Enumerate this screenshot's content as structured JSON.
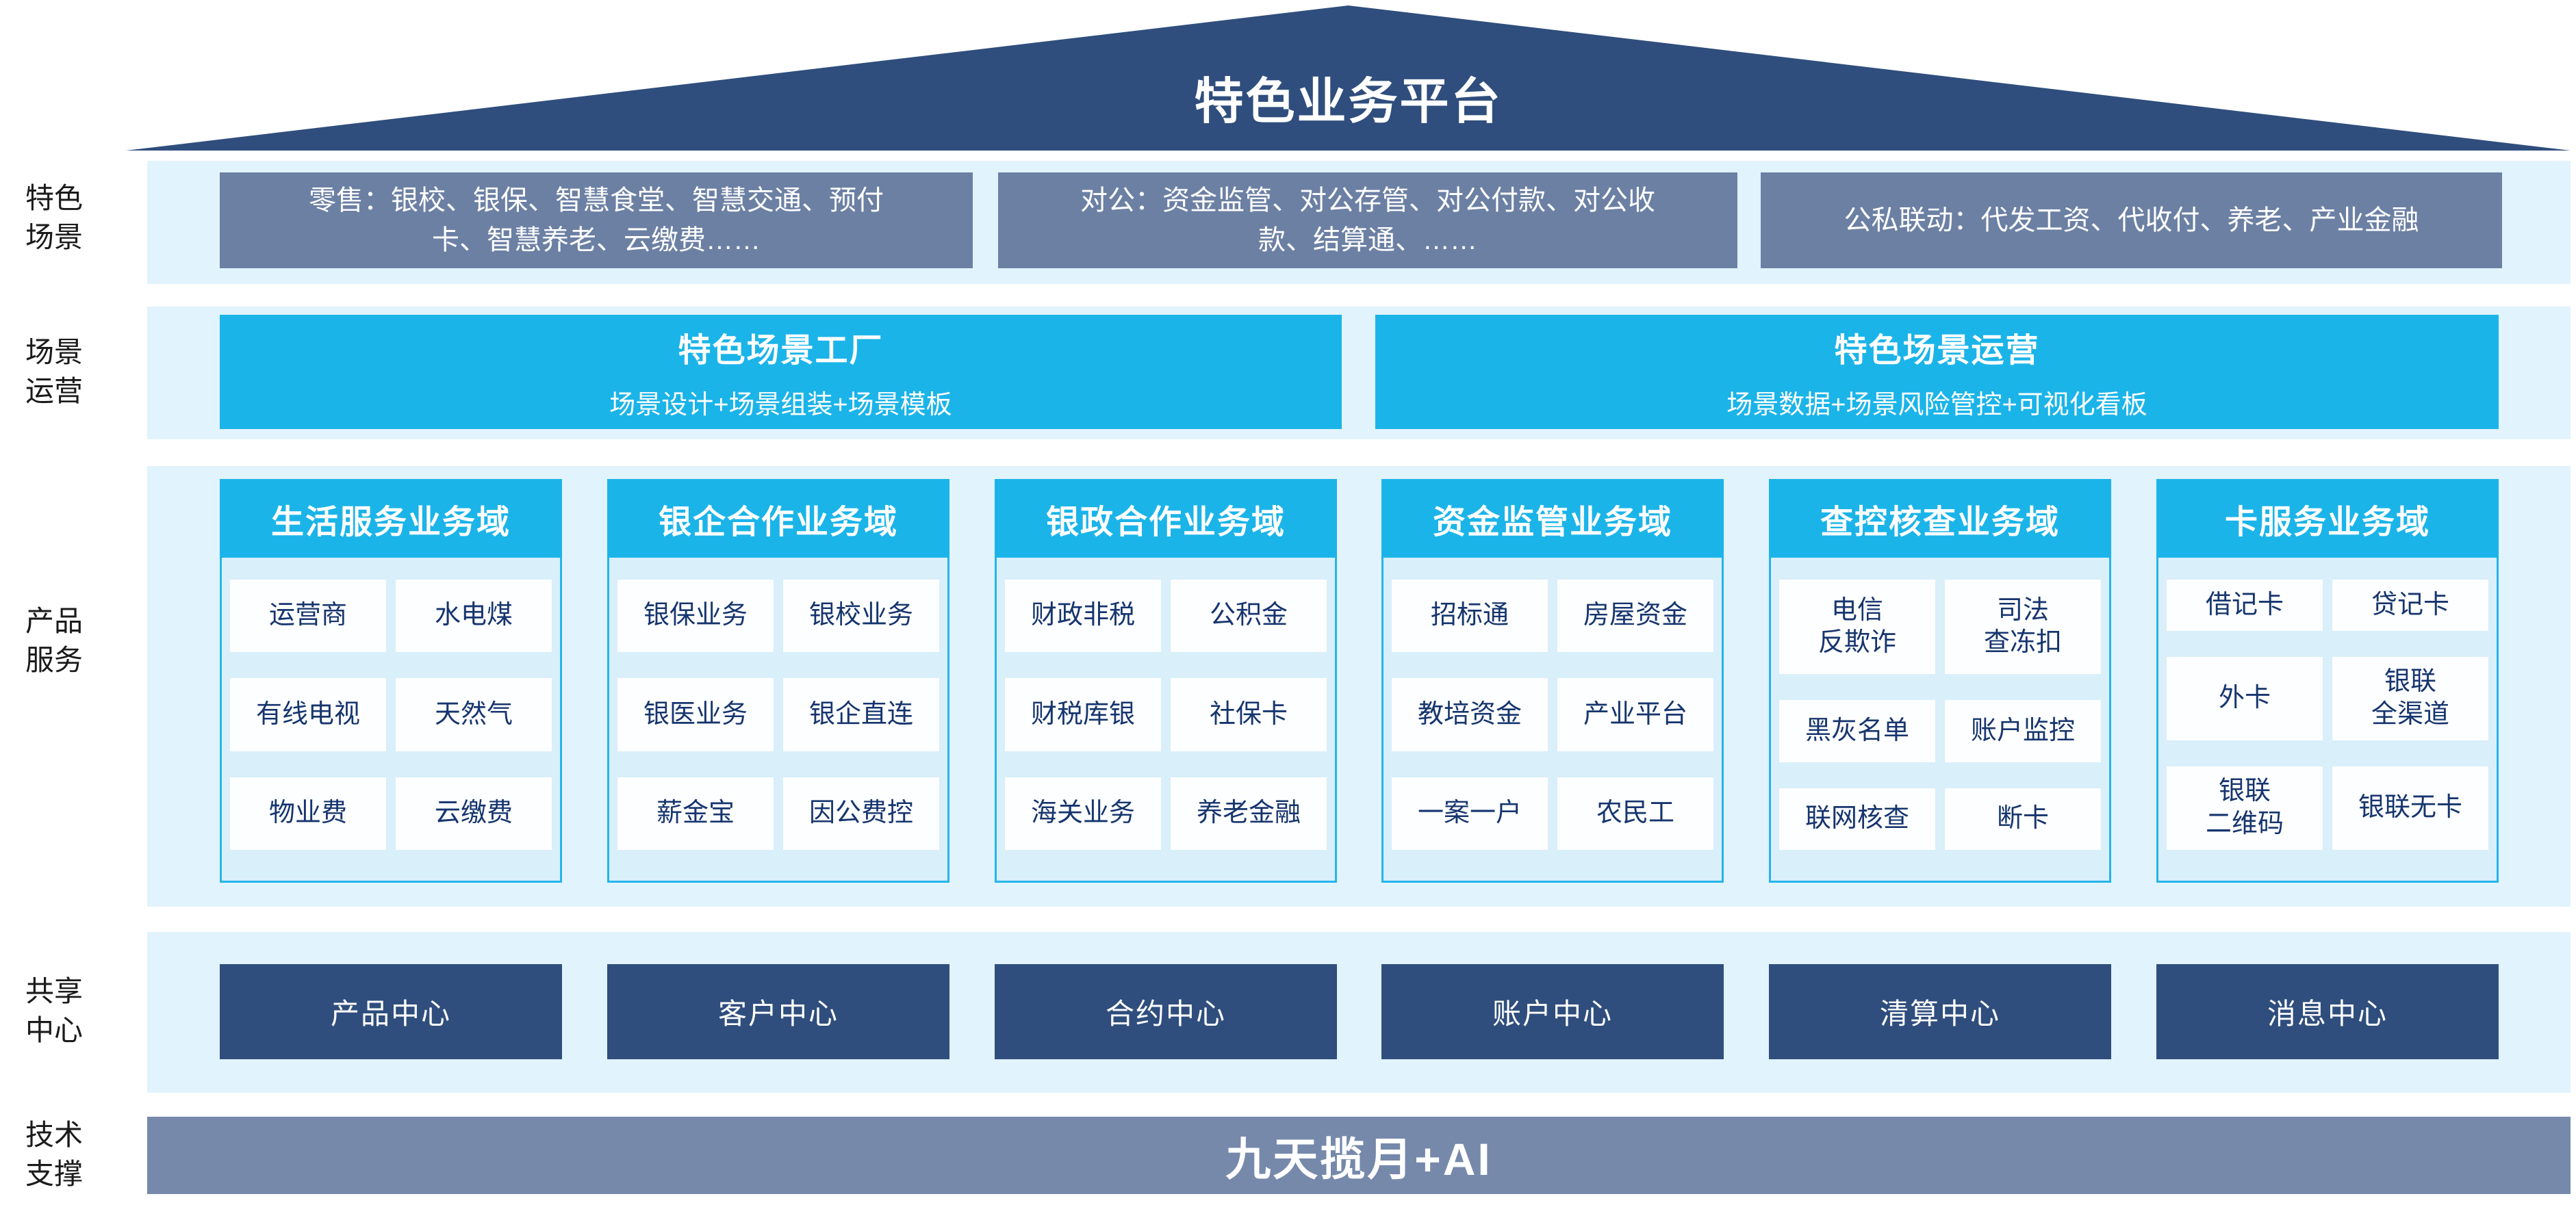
{
  "title": "特色业务平台",
  "side_labels": {
    "scenes": "特色\n场景",
    "operations": "场景\n运营",
    "products": "产品\n服务",
    "shared": "共享\n中心",
    "tech": "技术\n支撑"
  },
  "scene_row": {
    "boxes": [
      "零售：银校、银保、智慧食堂、智慧交通、预付\n卡、智慧养老、云缴费……",
      "对公：资金监管、对公存管、对公付款、对公收\n款、结算通、……",
      "公私联动：代发工资、代收付、养老、产业金融"
    ]
  },
  "operation_row": {
    "factory": {
      "title": "特色场景工厂",
      "subtitle": "场景设计+场景组装+场景模板"
    },
    "operation": {
      "title": "特色场景运营",
      "subtitle": "场景数据+场景风险管控+可视化看板"
    }
  },
  "product_row": {
    "domains": [
      {
        "header": "生活服务业务域",
        "items": [
          "运营商",
          "水电煤",
          "有线电视",
          "天然气",
          "物业费",
          "云缴费"
        ]
      },
      {
        "header": "银企合作业务域",
        "items": [
          "银保业务",
          "银校业务",
          "银医业务",
          "银企直连",
          "薪金宝",
          "因公费控"
        ]
      },
      {
        "header": "银政合作业务域",
        "items": [
          "财政非税",
          "公积金",
          "财税库银",
          "社保卡",
          "海关业务",
          "养老金融"
        ]
      },
      {
        "header": "资金监管业务域",
        "items": [
          "招标通",
          "房屋资金",
          "教培资金",
          "产业平台",
          "一案一户",
          "农民工"
        ]
      },
      {
        "header": "查控核查业务域",
        "items": [
          "电信\n反欺诈",
          "司法\n查冻扣",
          "黑灰名单",
          "账户监控",
          "联网核查",
          "断卡"
        ]
      },
      {
        "header": "卡服务业务域",
        "items": [
          "借记卡",
          "贷记卡",
          "外卡",
          "银联\n全渠道",
          "银联\n二维码",
          "银联无卡"
        ]
      }
    ]
  },
  "shared_row": {
    "centers": [
      "产品中心",
      "客户中心",
      "合约中心",
      "账户中心",
      "清算中心",
      "消息中心"
    ]
  },
  "tech_row": {
    "label": "九天揽月+AI"
  },
  "colors": {
    "roof_dark_blue": "#2F4E7D",
    "scene_gray_blue": "#6C80A4",
    "accent_cyan": "#1BB4E9",
    "band_light_blue": "#E1F3FC",
    "panel_light_blue": "#D9EFFA",
    "cell_text_navy": "#16356E",
    "tech_gray_blue": "#7689AB"
  }
}
